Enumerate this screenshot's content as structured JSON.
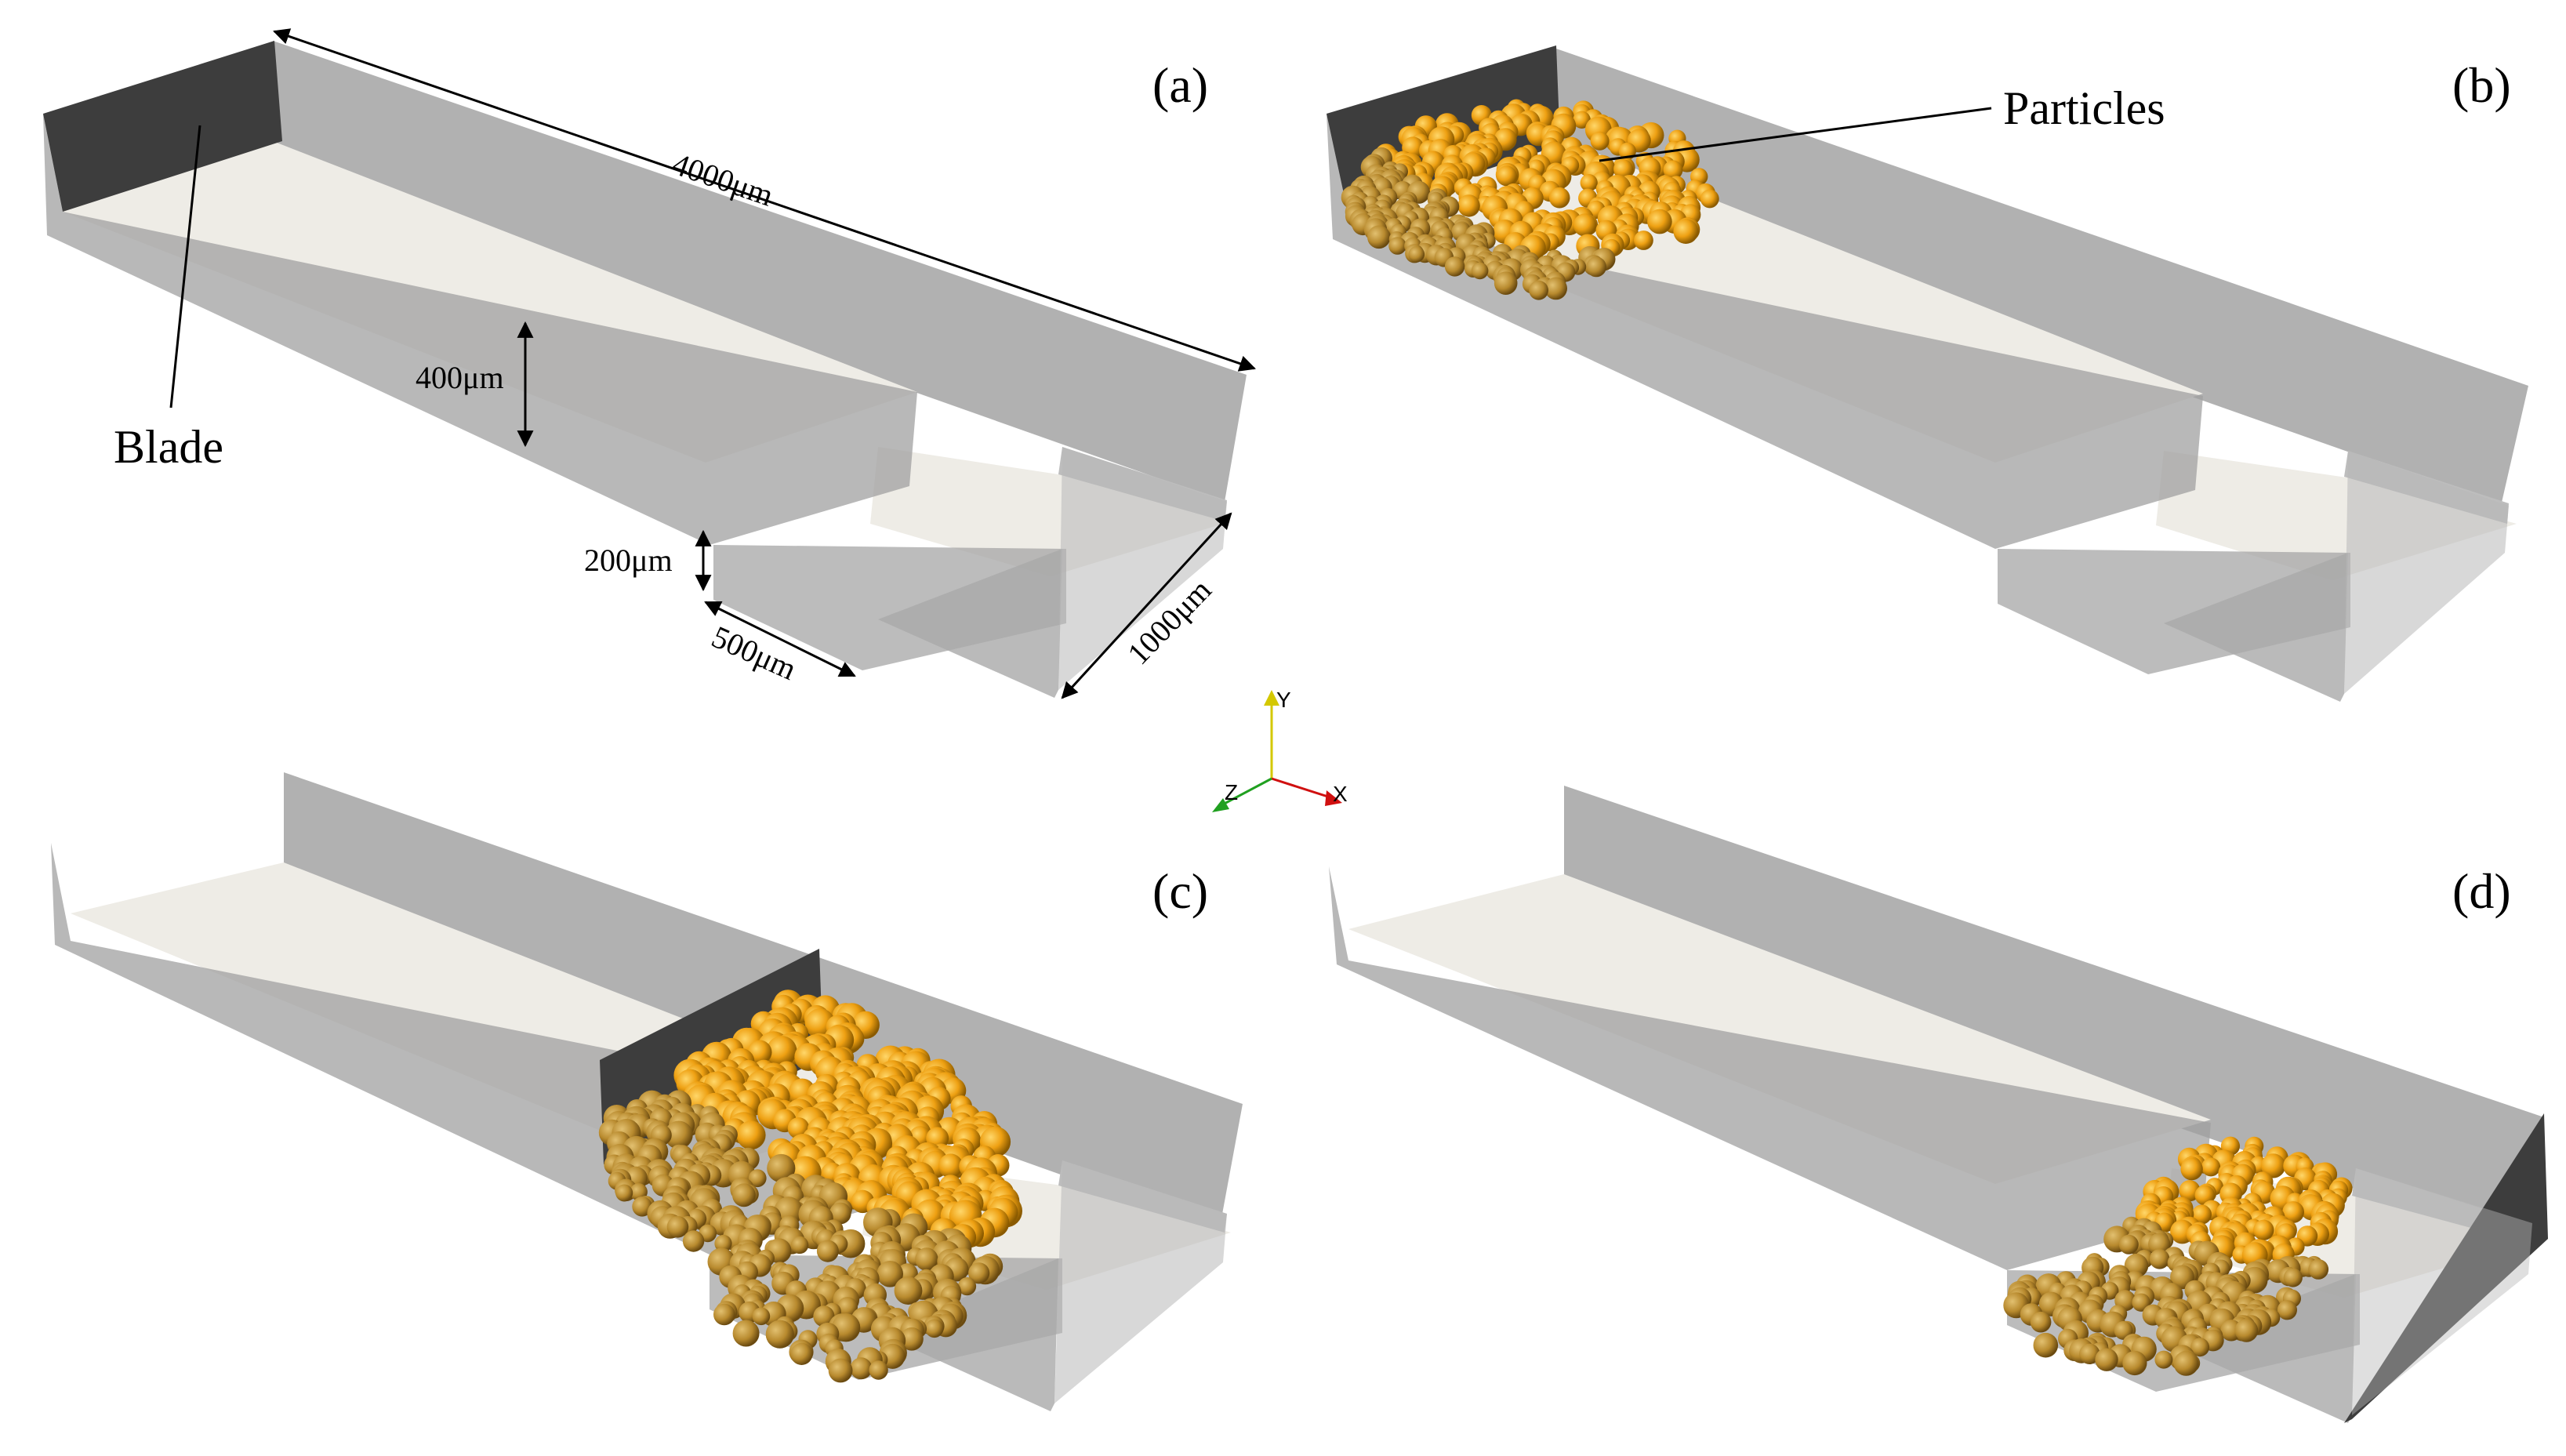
{
  "panels": [
    {
      "id": "a",
      "label": "(a)"
    },
    {
      "id": "b",
      "label": "(b)"
    },
    {
      "id": "c",
      "label": "(c)"
    },
    {
      "id": "d",
      "label": "(d)"
    }
  ],
  "annotations": {
    "blade": "Blade",
    "particles": "Particles",
    "length": "4000μm",
    "height": "400μm",
    "step_depth": "200μm",
    "step_length": "500μm",
    "width": "1000μm"
  },
  "axes": {
    "x": "X",
    "y": "Y",
    "z": "Z"
  },
  "colors": {
    "wall": "#9c9c9c",
    "floor": "#eeece6",
    "blade": "#3a3a3a",
    "particle_top": "#f0a010",
    "particle_side": "#b98a2c",
    "axis_x": "#d01010",
    "axis_y": "#d4c800",
    "axis_z": "#20a020"
  }
}
